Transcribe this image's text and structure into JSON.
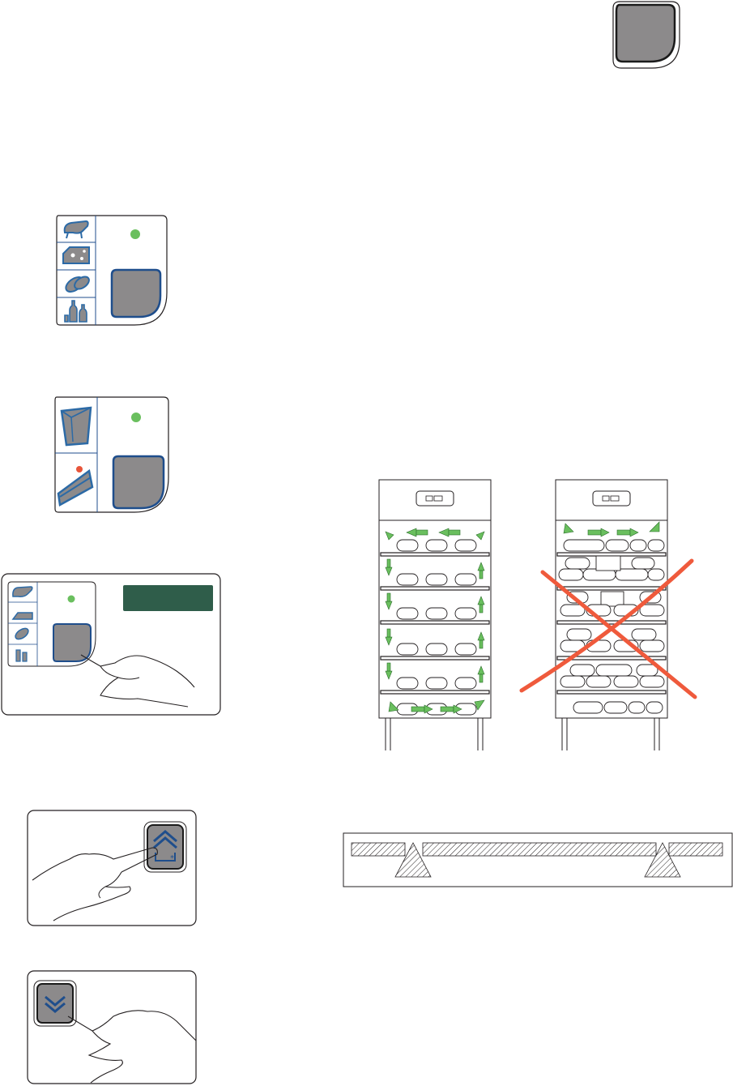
{
  "colors": {
    "outline": "#231f20",
    "button_gray": "#8c8a8b",
    "button_border": "#1f4e8c",
    "icon_blue": "#2c6aa6",
    "led_green": "#6abf5e",
    "airflow_green": "#6abf5e",
    "cross_red": "#ef5a3c",
    "display_green": "#2f5d4a",
    "cake_cherry": "#e8553a"
  },
  "illustrations": [
    {
      "id": "fig-button-standalone",
      "description_icon": "rounded-square-button-icon"
    },
    {
      "id": "fig-panel-four-categories",
      "icons": [
        "meat-icon",
        "cheese-icon",
        "fish-icon",
        "bottles-icon"
      ],
      "led": "green"
    },
    {
      "id": "fig-panel-two-categories",
      "icons": [
        "ice-cube-icon",
        "cake-slice-icon"
      ],
      "led": "green"
    },
    {
      "id": "fig-panel-press",
      "icons": [
        "meat-icon",
        "cheese-icon",
        "fish-icon",
        "bottles-icon",
        "hand-press-icon"
      ],
      "display_text": ""
    },
    {
      "id": "fig-defrost-button-press",
      "icons": [
        "defrost-button-icon",
        "hand-press-icon"
      ]
    },
    {
      "id": "fig-down-button-press",
      "icons": [
        "chevron-down-icon",
        "hand-press-icon"
      ]
    },
    {
      "id": "fig-cabinet-correct",
      "shelves": 6,
      "airflow": "green-arrows"
    },
    {
      "id": "fig-cabinet-incorrect",
      "shelves": 6,
      "mark": "red-cross"
    },
    {
      "id": "fig-shelf-support-rail",
      "supports": 2
    }
  ]
}
